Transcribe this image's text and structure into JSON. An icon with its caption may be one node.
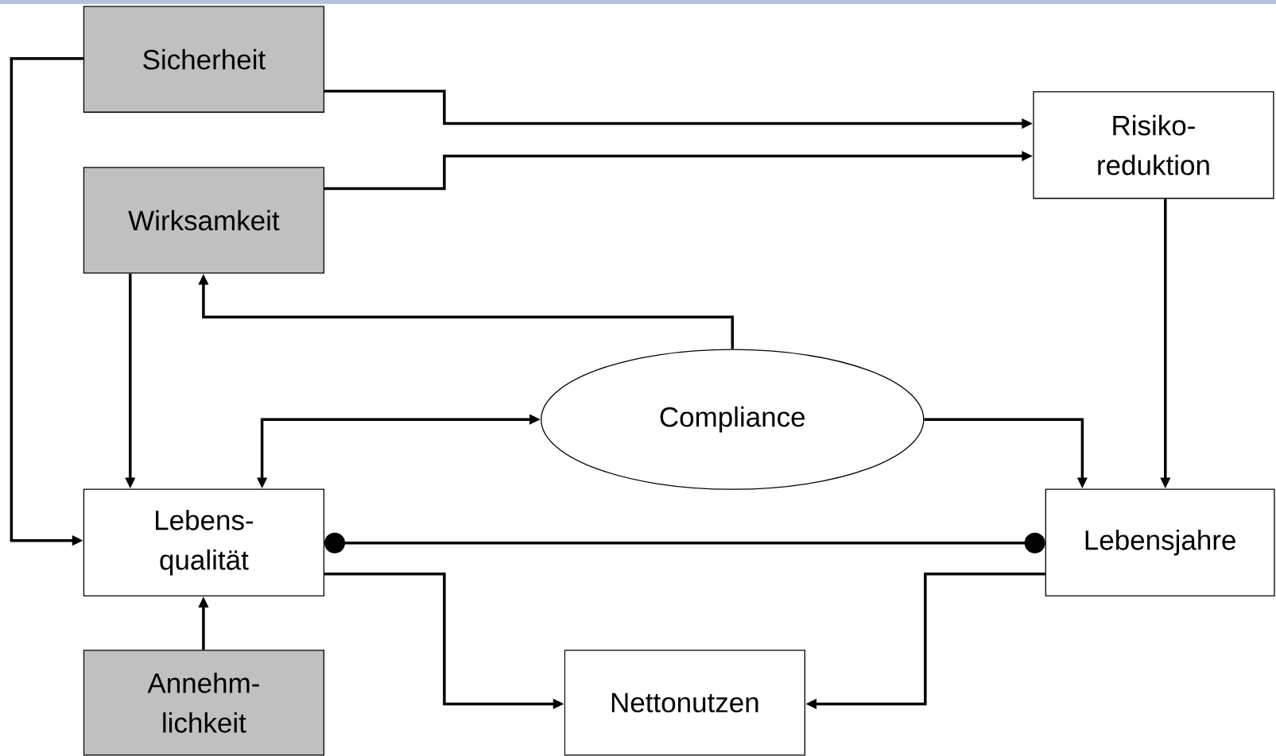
{
  "diagram": {
    "nodes": [
      {
        "text": [
          "Sicherheit"
        ]
      },
      {
        "text": [
          "Wirksamkeit"
        ]
      },
      {
        "text": [
          "Risiko- reduktion"
        ]
      },
      {
        "text": [
          "Compliance"
        ]
      },
      {
        "text": [
          "Lebens- qualität"
        ]
      },
      {
        "text": [
          "Lebensjahre"
        ]
      },
      {
        "text": [
          "Annehm- lichkeit"
        ]
      },
      {
        "text": [
          "Nettonutzen"
        ]
      }
    ],
    "edges": [
      {
        "from": 0,
        "to": 4,
        "arrow": "to"
      },
      {
        "from": 0,
        "to": 2,
        "arrow": "to"
      },
      {
        "from": 1,
        "to": 2,
        "arrow": "to"
      },
      {
        "from": 1,
        "to": 4,
        "arrow": "to"
      },
      {
        "from": 3,
        "to": 1,
        "arrow": "to"
      },
      {
        "from": 4,
        "to": 3,
        "arrow": "both"
      },
      {
        "from": 3,
        "to": 5,
        "arrow": "to"
      },
      {
        "from": 2,
        "to": 5,
        "arrow": "to"
      },
      {
        "from": 4,
        "to": 5,
        "arrow": "other"
      },
      {
        "from": 4,
        "to": 7,
        "arrow": "to"
      },
      {
        "from": 5,
        "to": 7,
        "arrow": "to"
      },
      {
        "from": 6,
        "to": 4,
        "arrow": "to"
      }
    ]
  }
}
